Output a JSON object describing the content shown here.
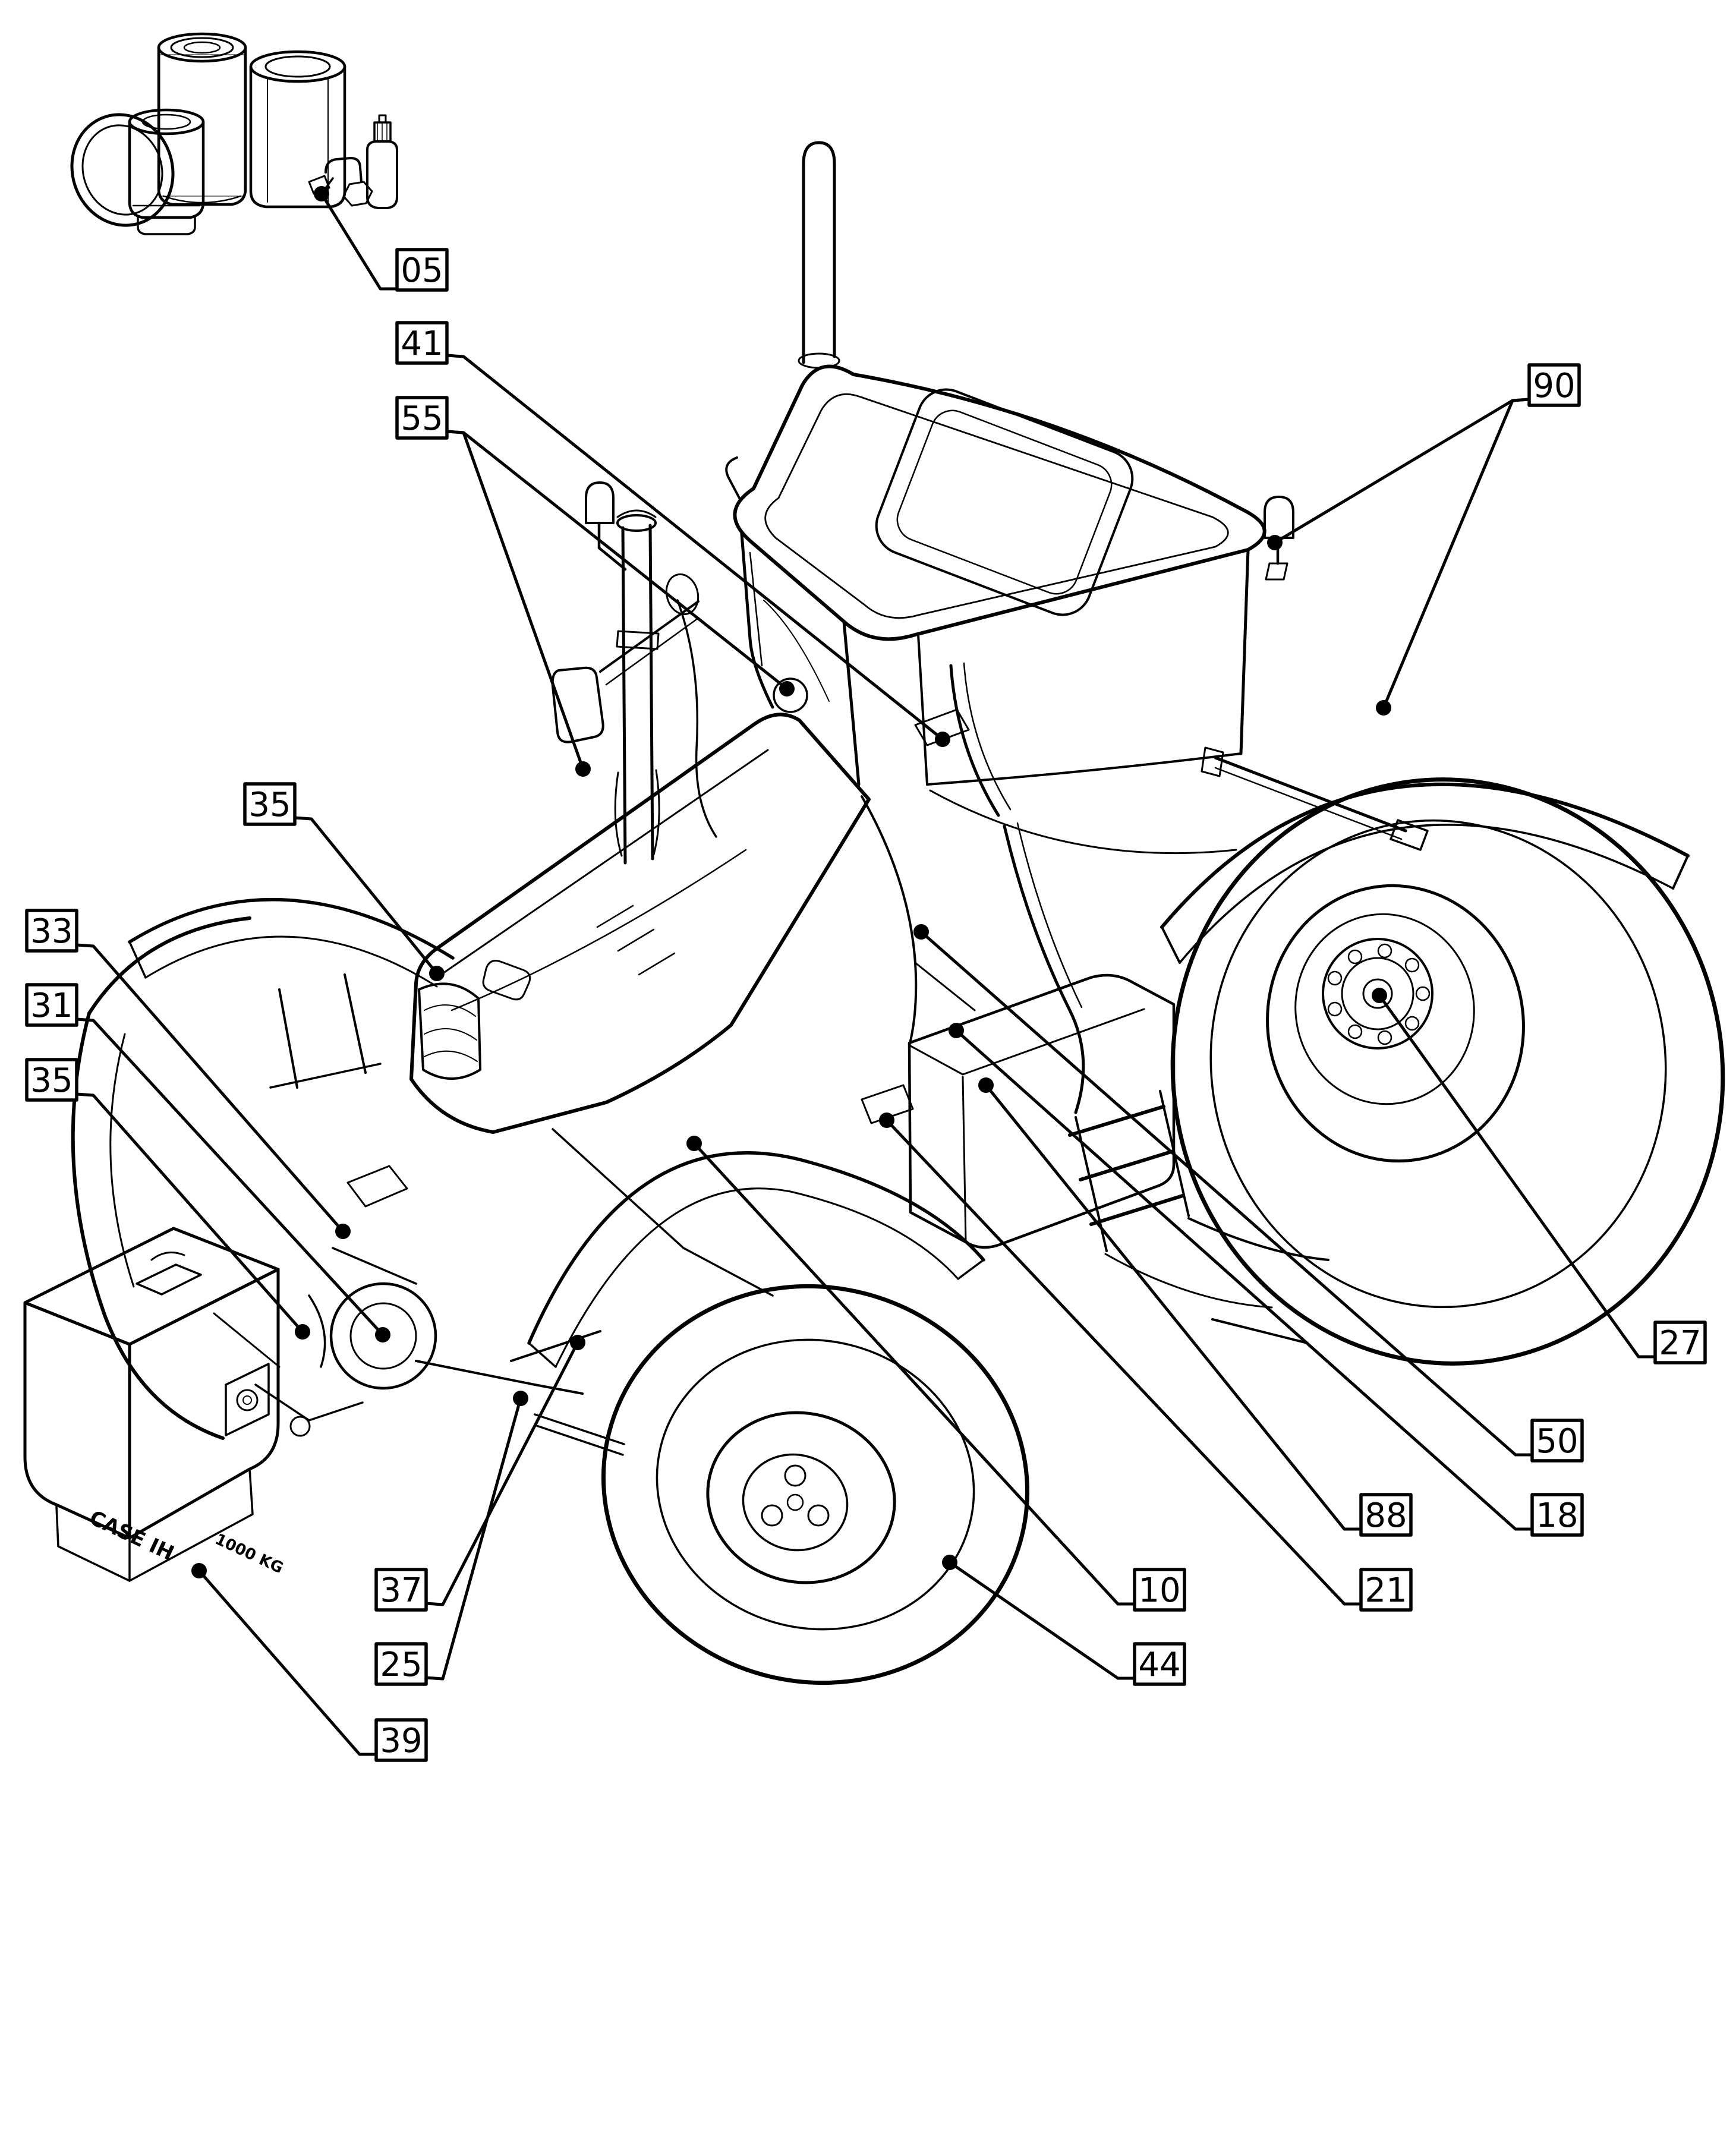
{
  "illustration": {
    "background": "#ffffff",
    "line_color": "#000000",
    "subject": "tractor-parts-callout-diagram"
  },
  "callouts": [
    {
      "label": "05"
    },
    {
      "label": "41"
    },
    {
      "label": "55"
    },
    {
      "label": "90"
    },
    {
      "label": "35"
    },
    {
      "label": "33"
    },
    {
      "label": "31"
    },
    {
      "label": "35"
    },
    {
      "label": "27"
    },
    {
      "label": "50"
    },
    {
      "label": "18"
    },
    {
      "label": "88"
    },
    {
      "label": "10"
    },
    {
      "label": "21"
    },
    {
      "label": "44"
    },
    {
      "label": "37"
    },
    {
      "label": "25"
    },
    {
      "label": "39"
    }
  ],
  "weight_markings": {
    "brand": "CASE IH",
    "rating": "1000 KG"
  }
}
